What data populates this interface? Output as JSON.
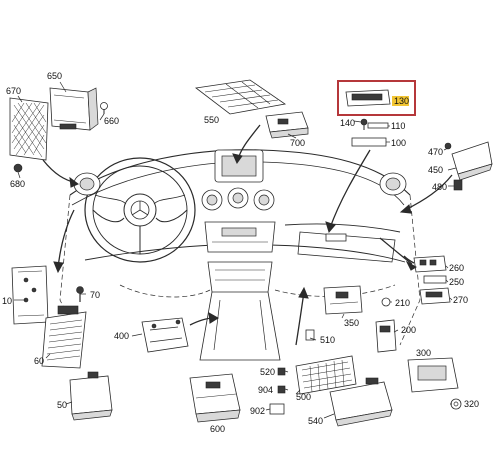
{
  "colors": {
    "highlight_box": "#b5373a",
    "highlight_label_bg": "#f2c533",
    "line": "#2a2a2a",
    "background": "#ffffff"
  },
  "callouts": {
    "p10": "10",
    "p50": "50",
    "p60": "60",
    "p70": "70",
    "p100": "100",
    "p110": "110",
    "p130": "130",
    "p140": "140",
    "p200": "200",
    "p210": "210",
    "p250": "250",
    "p260": "260",
    "p270": "270",
    "p300": "300",
    "p320": "320",
    "p350": "350",
    "p400": "400",
    "p450": "450",
    "p470": "470",
    "p480": "480",
    "p500": "500",
    "p510": "510",
    "p520": "520",
    "p540": "540",
    "p550": "550",
    "p600": "600",
    "p650": "650",
    "p660": "660",
    "p670": "670",
    "p680": "680",
    "p700": "700",
    "p902": "902",
    "p904": "904"
  },
  "logo": "mercedes-star"
}
